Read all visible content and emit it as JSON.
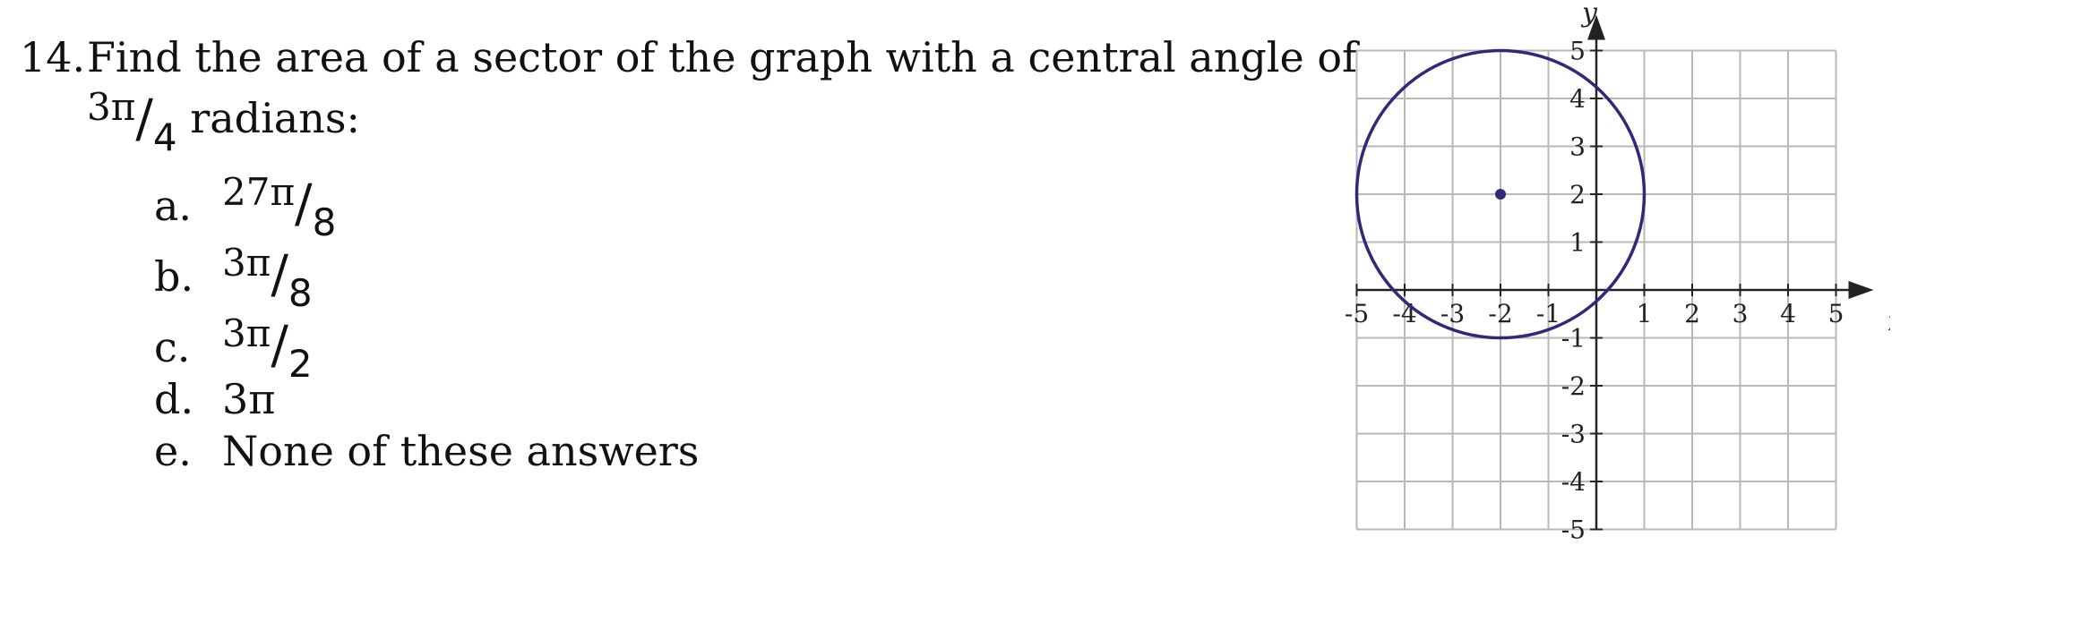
{
  "question": {
    "number": "14.",
    "stem_line1": "Find the area of a sector of the graph with a central angle of",
    "angle": {
      "num": "3π",
      "den": "4"
    },
    "stem_line2_rest": "radians:",
    "choices": [
      {
        "letter": "a.",
        "num": "27π",
        "den": "8"
      },
      {
        "letter": "b.",
        "num": "3π",
        "den": "8"
      },
      {
        "letter": "c.",
        "num": "3π",
        "den": "2"
      },
      {
        "letter": "d.",
        "text": "3π"
      },
      {
        "letter": "e.",
        "text": "None of these answers"
      }
    ]
  },
  "graph": {
    "axis_x_label": "x",
    "axis_y_label": "y",
    "x_ticks": [
      "-5",
      "-4",
      "-3",
      "-2",
      "-1",
      "1",
      "2",
      "3",
      "4",
      "5"
    ],
    "y_ticks": [
      "5",
      "4",
      "3",
      "2",
      "1",
      "-1",
      "-2",
      "-3",
      "-4",
      "-5"
    ],
    "circle": {
      "center": [
        -2,
        2
      ],
      "radius": 3
    },
    "colors": {
      "circle": "#2e2a78",
      "grid": "#b8b8b8",
      "axis": "#222222"
    }
  }
}
